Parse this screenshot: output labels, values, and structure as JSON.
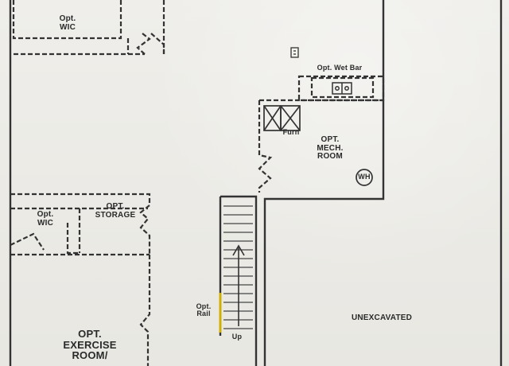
{
  "labels": {
    "wic_top": "Opt.\nWIC",
    "wet_bar": "Opt. Wet Bar",
    "furn": "Furn",
    "mech_room": "OPT.\nMECH.\nROOM",
    "water_heater": "WH",
    "wic_left": "Opt.\nWIC",
    "storage": "OPT.\nSTORAGE",
    "opt_rail": "Opt.\nRail",
    "up": "Up",
    "unexcavated": "UNEXCAVATED",
    "exercise_room": "OPT.\nEXERCISE\nROOM/"
  },
  "colors": {
    "paper": "#ecebe6",
    "ink": "#2f2f2f",
    "dark_wall": "#3b3b3b",
    "rail_accent": "#d1b100"
  }
}
